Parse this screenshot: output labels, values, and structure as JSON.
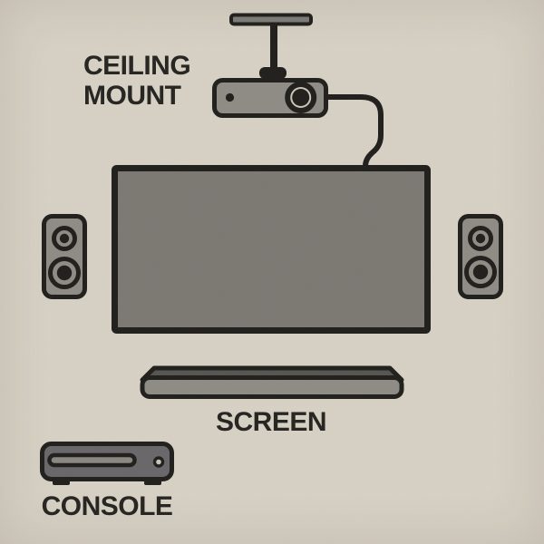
{
  "colors": {
    "background": "#d7d1c4",
    "outline": "#1f1e1b",
    "device": "#8e8b84",
    "device_dark": "#56544f",
    "screen_fill": "#7b7872",
    "plate": "#7b7974",
    "console": "#686669",
    "lens_ring": "#cbc5b8",
    "slot": "#8a8781",
    "text": "#24231f"
  },
  "labels": {
    "ceiling_mount_line1": "CEILING",
    "ceiling_mount_line2": "MOUNT",
    "screen": "SCREEN",
    "console": "CONSOLE"
  },
  "devices": [
    {
      "name": "ceiling-mount-projector"
    },
    {
      "name": "screen"
    },
    {
      "name": "left-speaker"
    },
    {
      "name": "right-speaker"
    },
    {
      "name": "soundbar"
    },
    {
      "name": "console"
    }
  ]
}
